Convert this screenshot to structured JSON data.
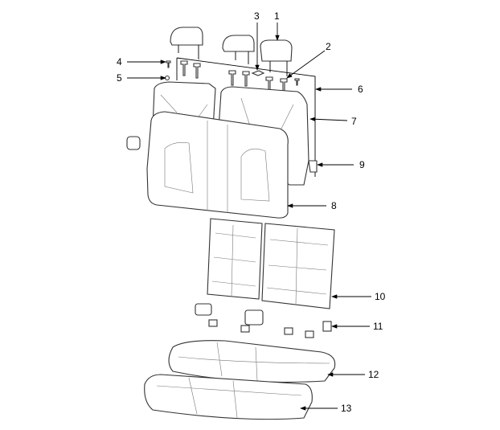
{
  "diagram": {
    "type": "exploded-parts-view",
    "callouts": [
      {
        "label": "1"
      },
      {
        "label": "2"
      },
      {
        "label": "3"
      },
      {
        "label": "4"
      },
      {
        "label": "5"
      },
      {
        "label": "6"
      },
      {
        "label": "7"
      },
      {
        "label": "8"
      },
      {
        "label": "9"
      },
      {
        "label": "10"
      },
      {
        "label": "11"
      },
      {
        "label": "12"
      },
      {
        "label": "13"
      }
    ]
  }
}
